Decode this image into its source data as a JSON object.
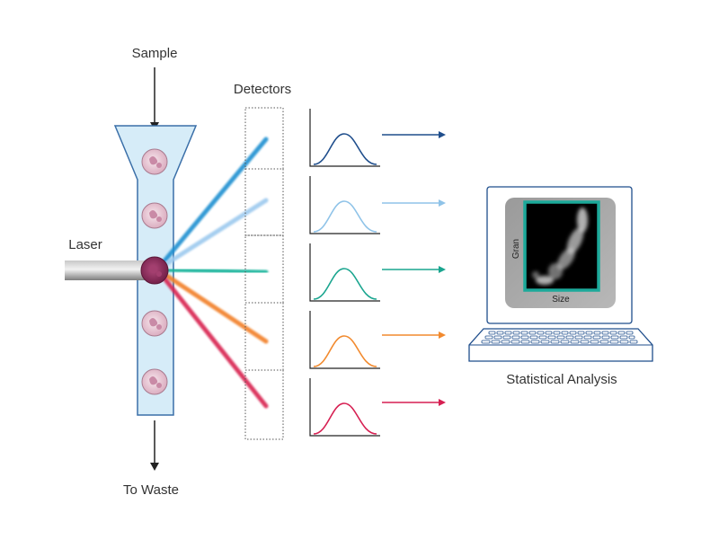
{
  "labels": {
    "sample": "Sample",
    "detectors": "Detectors",
    "laser": "Laser",
    "to_waste": "To Waste",
    "statistical_analysis": "Statistical Analysis",
    "plot_y_axis": "Gran",
    "plot_x_axis": "Size"
  },
  "colors": {
    "channels": [
      "#1f4e8c",
      "#8fc3e8",
      "#1aa58f",
      "#f28a2e",
      "#d61f52"
    ],
    "beams": [
      "#1a8fd0",
      "#9cc9ee",
      "#17b39a",
      "#f27f27",
      "#d8224f"
    ],
    "flow_cell_fill": "#d6ecf8",
    "flow_cell_stroke": "#3a6fa8",
    "plot_frame": "#1ca99a",
    "monitor_stroke": "#1f4e8c",
    "laser_grey": "#9a9a9a",
    "cell_fill": "#e8c9d4",
    "cell_active": "#8c2a57"
  },
  "icons": {
    "cells": "blood-cell-icon",
    "computer": "computer-monitor-icon",
    "keyboard": "keyboard-icon"
  },
  "detector_channels": 5
}
